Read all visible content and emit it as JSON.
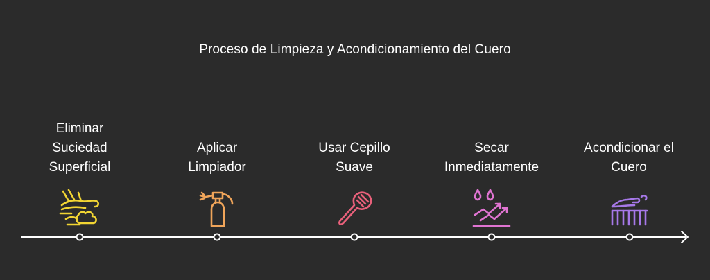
{
  "title": "Proceso de Limpieza y Acondicionamiento del Cuero",
  "colors": {
    "background": "#2b2b2b",
    "line": "#ffffff",
    "step1": "#f2d533",
    "step2": "#f0a55a",
    "step3": "#e8607a",
    "step4": "#e074d2",
    "step5": "#a678e8"
  },
  "steps": [
    {
      "lines": [
        "Eliminar",
        "Suciedad",
        "Superficial"
      ],
      "icon": "hand-wiping-dirt-icon"
    },
    {
      "lines": [
        "Aplicar",
        "Limpiador"
      ],
      "icon": "spray-bottle-icon"
    },
    {
      "lines": [
        "Usar Cepillo",
        "Suave"
      ],
      "icon": "brush-icon"
    },
    {
      "lines": [
        "Secar",
        "Inmediatamente"
      ],
      "icon": "droplets-drying-icon"
    },
    {
      "lines": [
        "Acondicionar el",
        "Cuero"
      ],
      "icon": "hand-comb-icon"
    }
  ]
}
